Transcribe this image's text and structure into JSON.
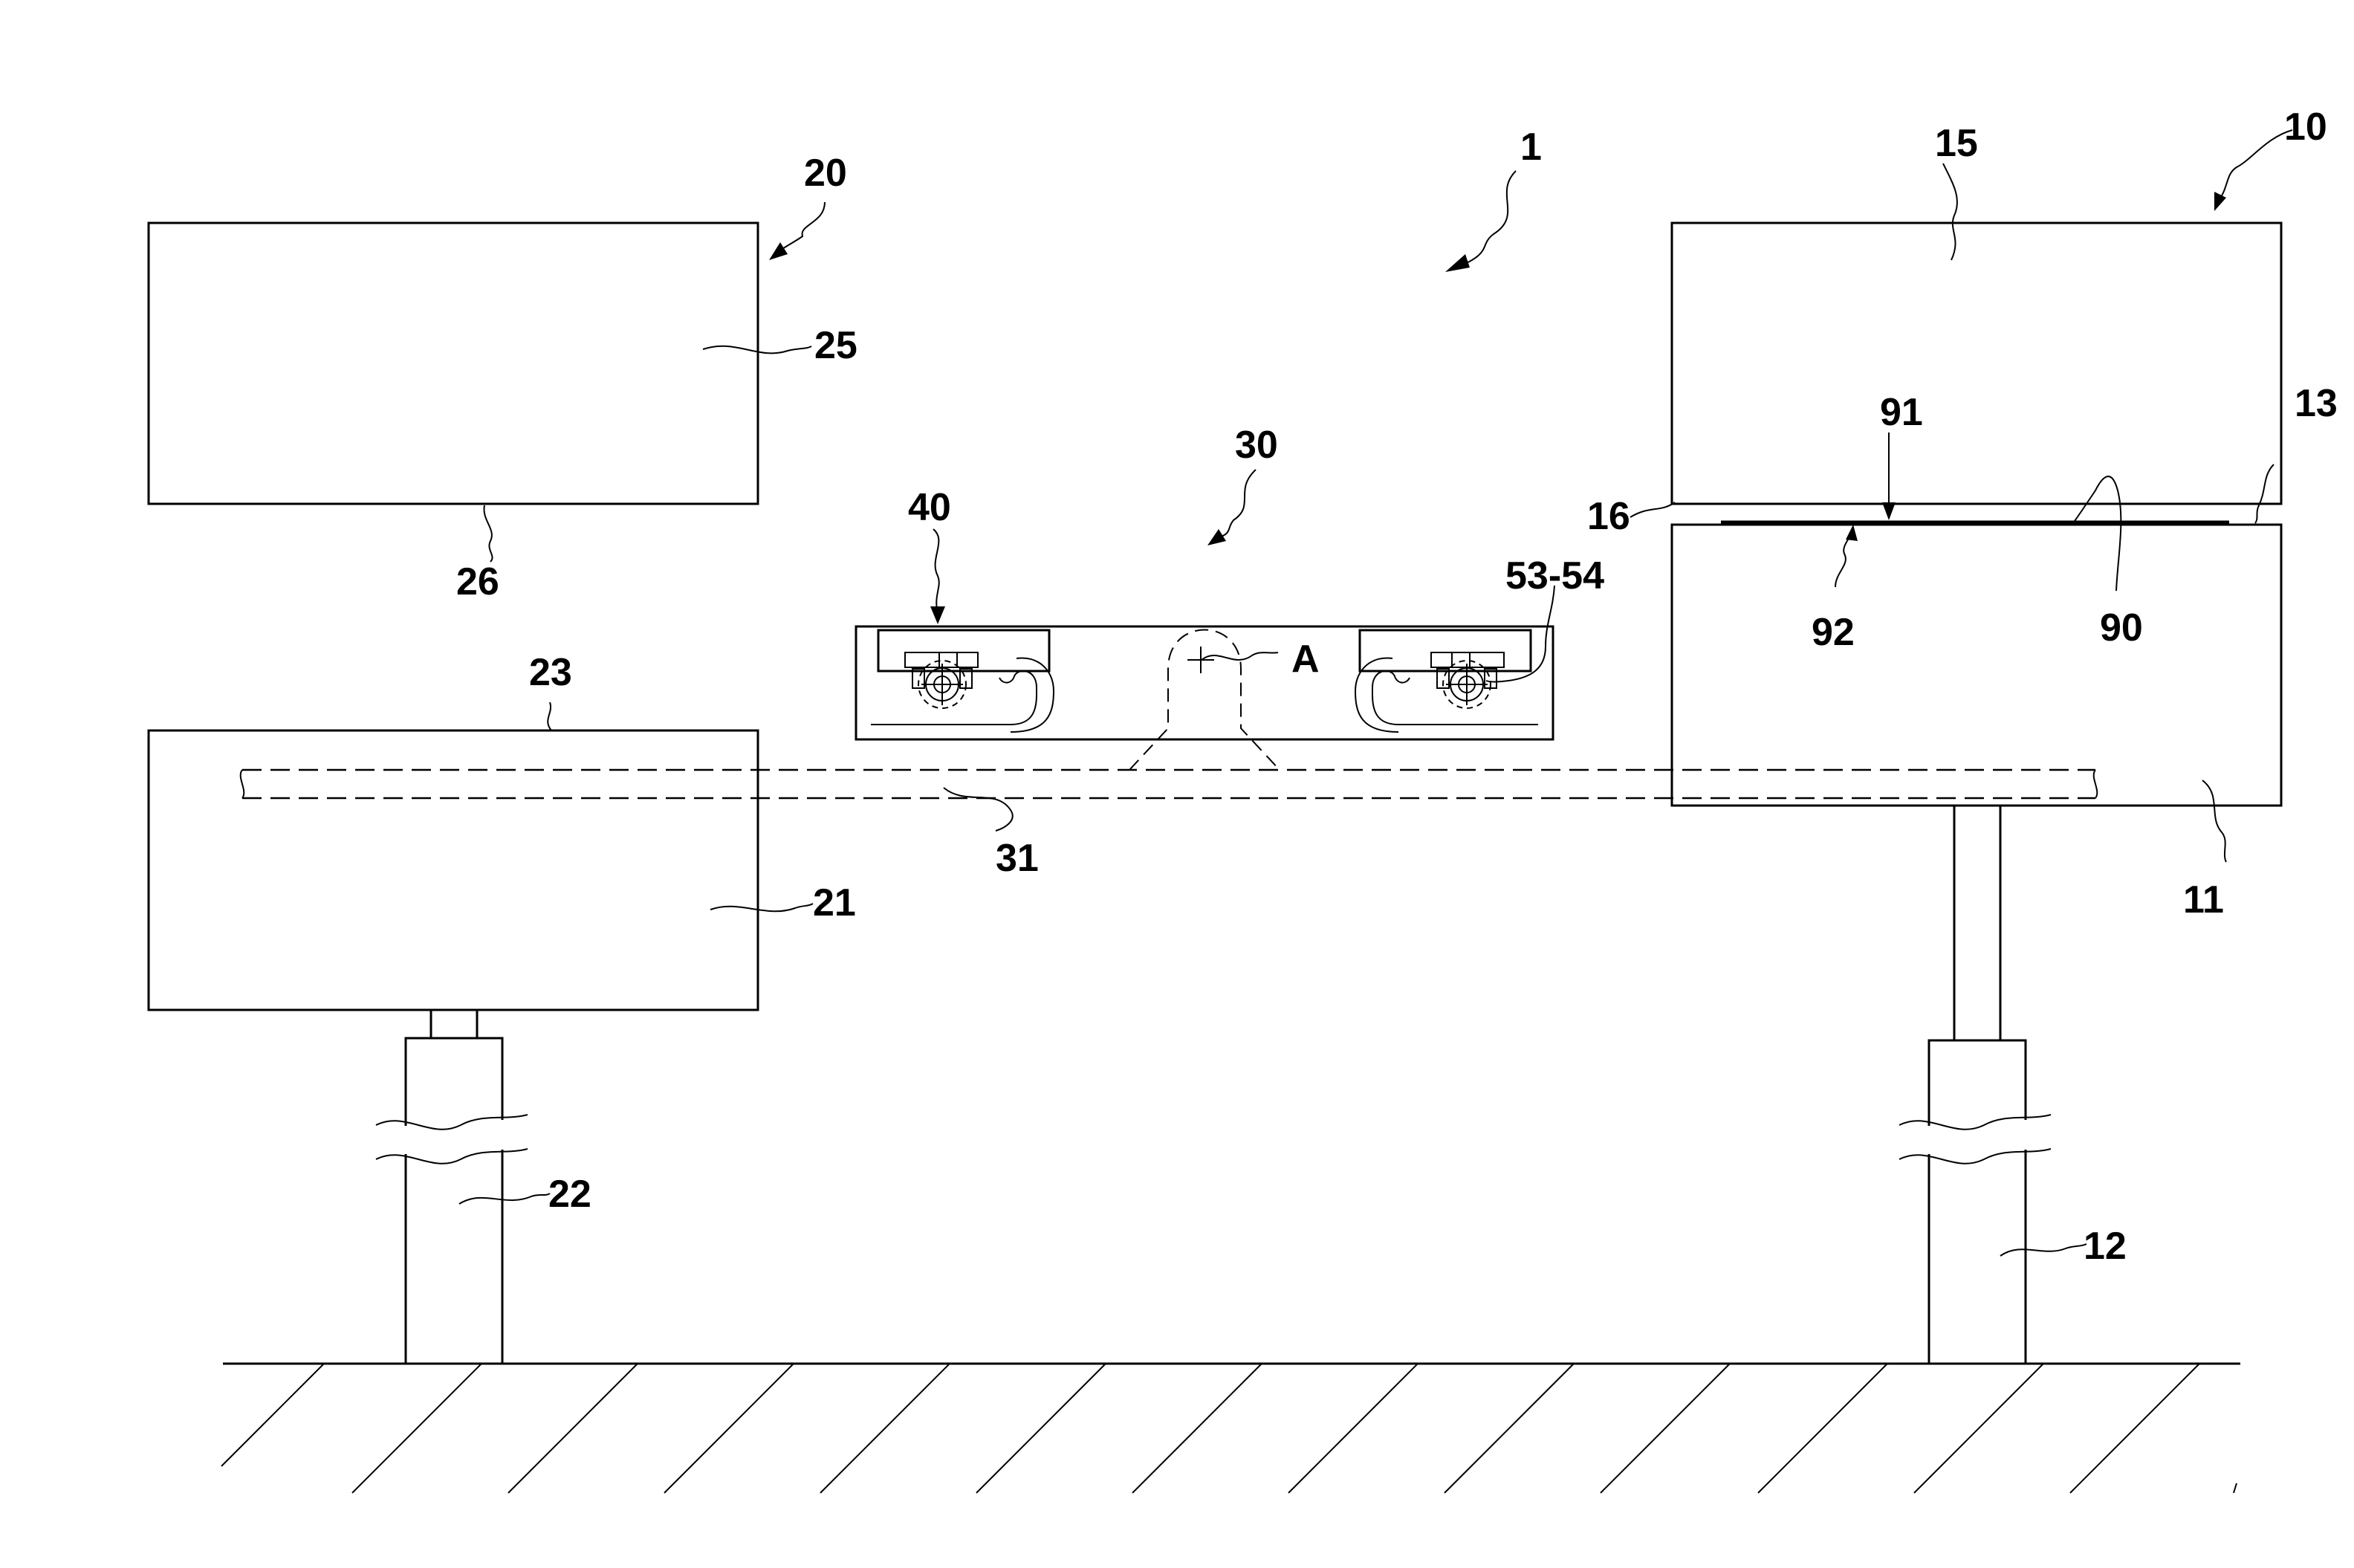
{
  "labels": {
    "l1": "1",
    "l10": "10",
    "l11": "11",
    "l12": "12",
    "l13": "13",
    "l15": "15",
    "l16": "16",
    "l20": "20",
    "l21": "21",
    "l22": "22",
    "l23": "23",
    "l25": "25",
    "l26": "26",
    "l30": "30",
    "l31": "31",
    "l40": "40",
    "l5354": "53-54",
    "lA": "A",
    "l90": "90",
    "l91": "91",
    "l92": "92"
  }
}
